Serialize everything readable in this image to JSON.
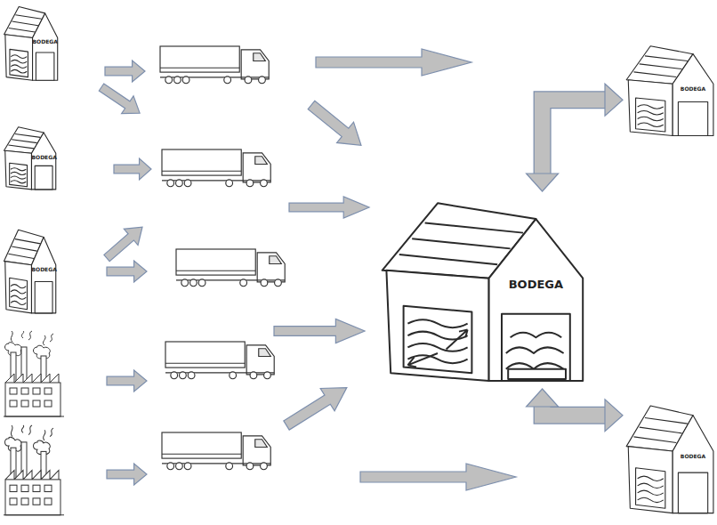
{
  "diagram": {
    "nodes": [
      {
        "text": [
          "BODEGA"
        ]
      },
      {
        "text": [
          "BODEGA"
        ]
      },
      {
        "text": [
          "BODEGA"
        ]
      },
      {
        "text": [
          "BODEGA"
        ]
      },
      {
        "text": [
          "BODEGA"
        ]
      },
      {
        "text": [
          "BODEGA"
        ]
      }
    ],
    "edges": [
      {
        "from": 3,
        "to": 4,
        "arrow": "both"
      },
      {
        "from": 3,
        "to": 5,
        "arrow": "both"
      }
    ]
  }
}
